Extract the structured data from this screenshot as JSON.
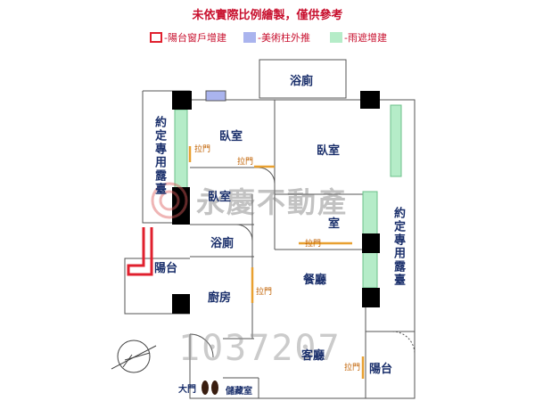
{
  "header": {
    "title": "未依實際比例繪製，僅供參考"
  },
  "legend": [
    {
      "label": "-陽台窗戶增建",
      "color": "#e0202e",
      "style": "outline"
    },
    {
      "label": "-美術柱外推",
      "color": "#aab4ee",
      "style": "fill"
    },
    {
      "label": "-雨遮增建",
      "color": "#b5ecc8",
      "style": "fill"
    }
  ],
  "rooms": {
    "bath_top": "浴廁",
    "bedroom_1": "臥室",
    "bedroom_master": "臥室",
    "bedroom_2": "臥室",
    "room_mid": "室",
    "bath_mid": "浴廁",
    "kitchen": "廚房",
    "dining": "餐廳",
    "living": "客廳",
    "balcony_left": "陽台",
    "balcony_right": "陽台",
    "terrace_left": "約定專用露臺",
    "terrace_right": "約定專用露臺",
    "storage": "儲藏室",
    "entrance": "大門"
  },
  "doors": {
    "d1": "拉門",
    "d2": "拉門",
    "d3": "拉門",
    "d4": "拉門",
    "d5": "拉門"
  },
  "watermark": {
    "brand": "永慶不動產",
    "code": "1037207"
  },
  "colors": {
    "wall": "#000000",
    "addition": "#e0202e",
    "pillar": "#aab4ee",
    "canopy": "#b5ecc8",
    "door": "#e8a030",
    "text": "#1a2f6b"
  }
}
